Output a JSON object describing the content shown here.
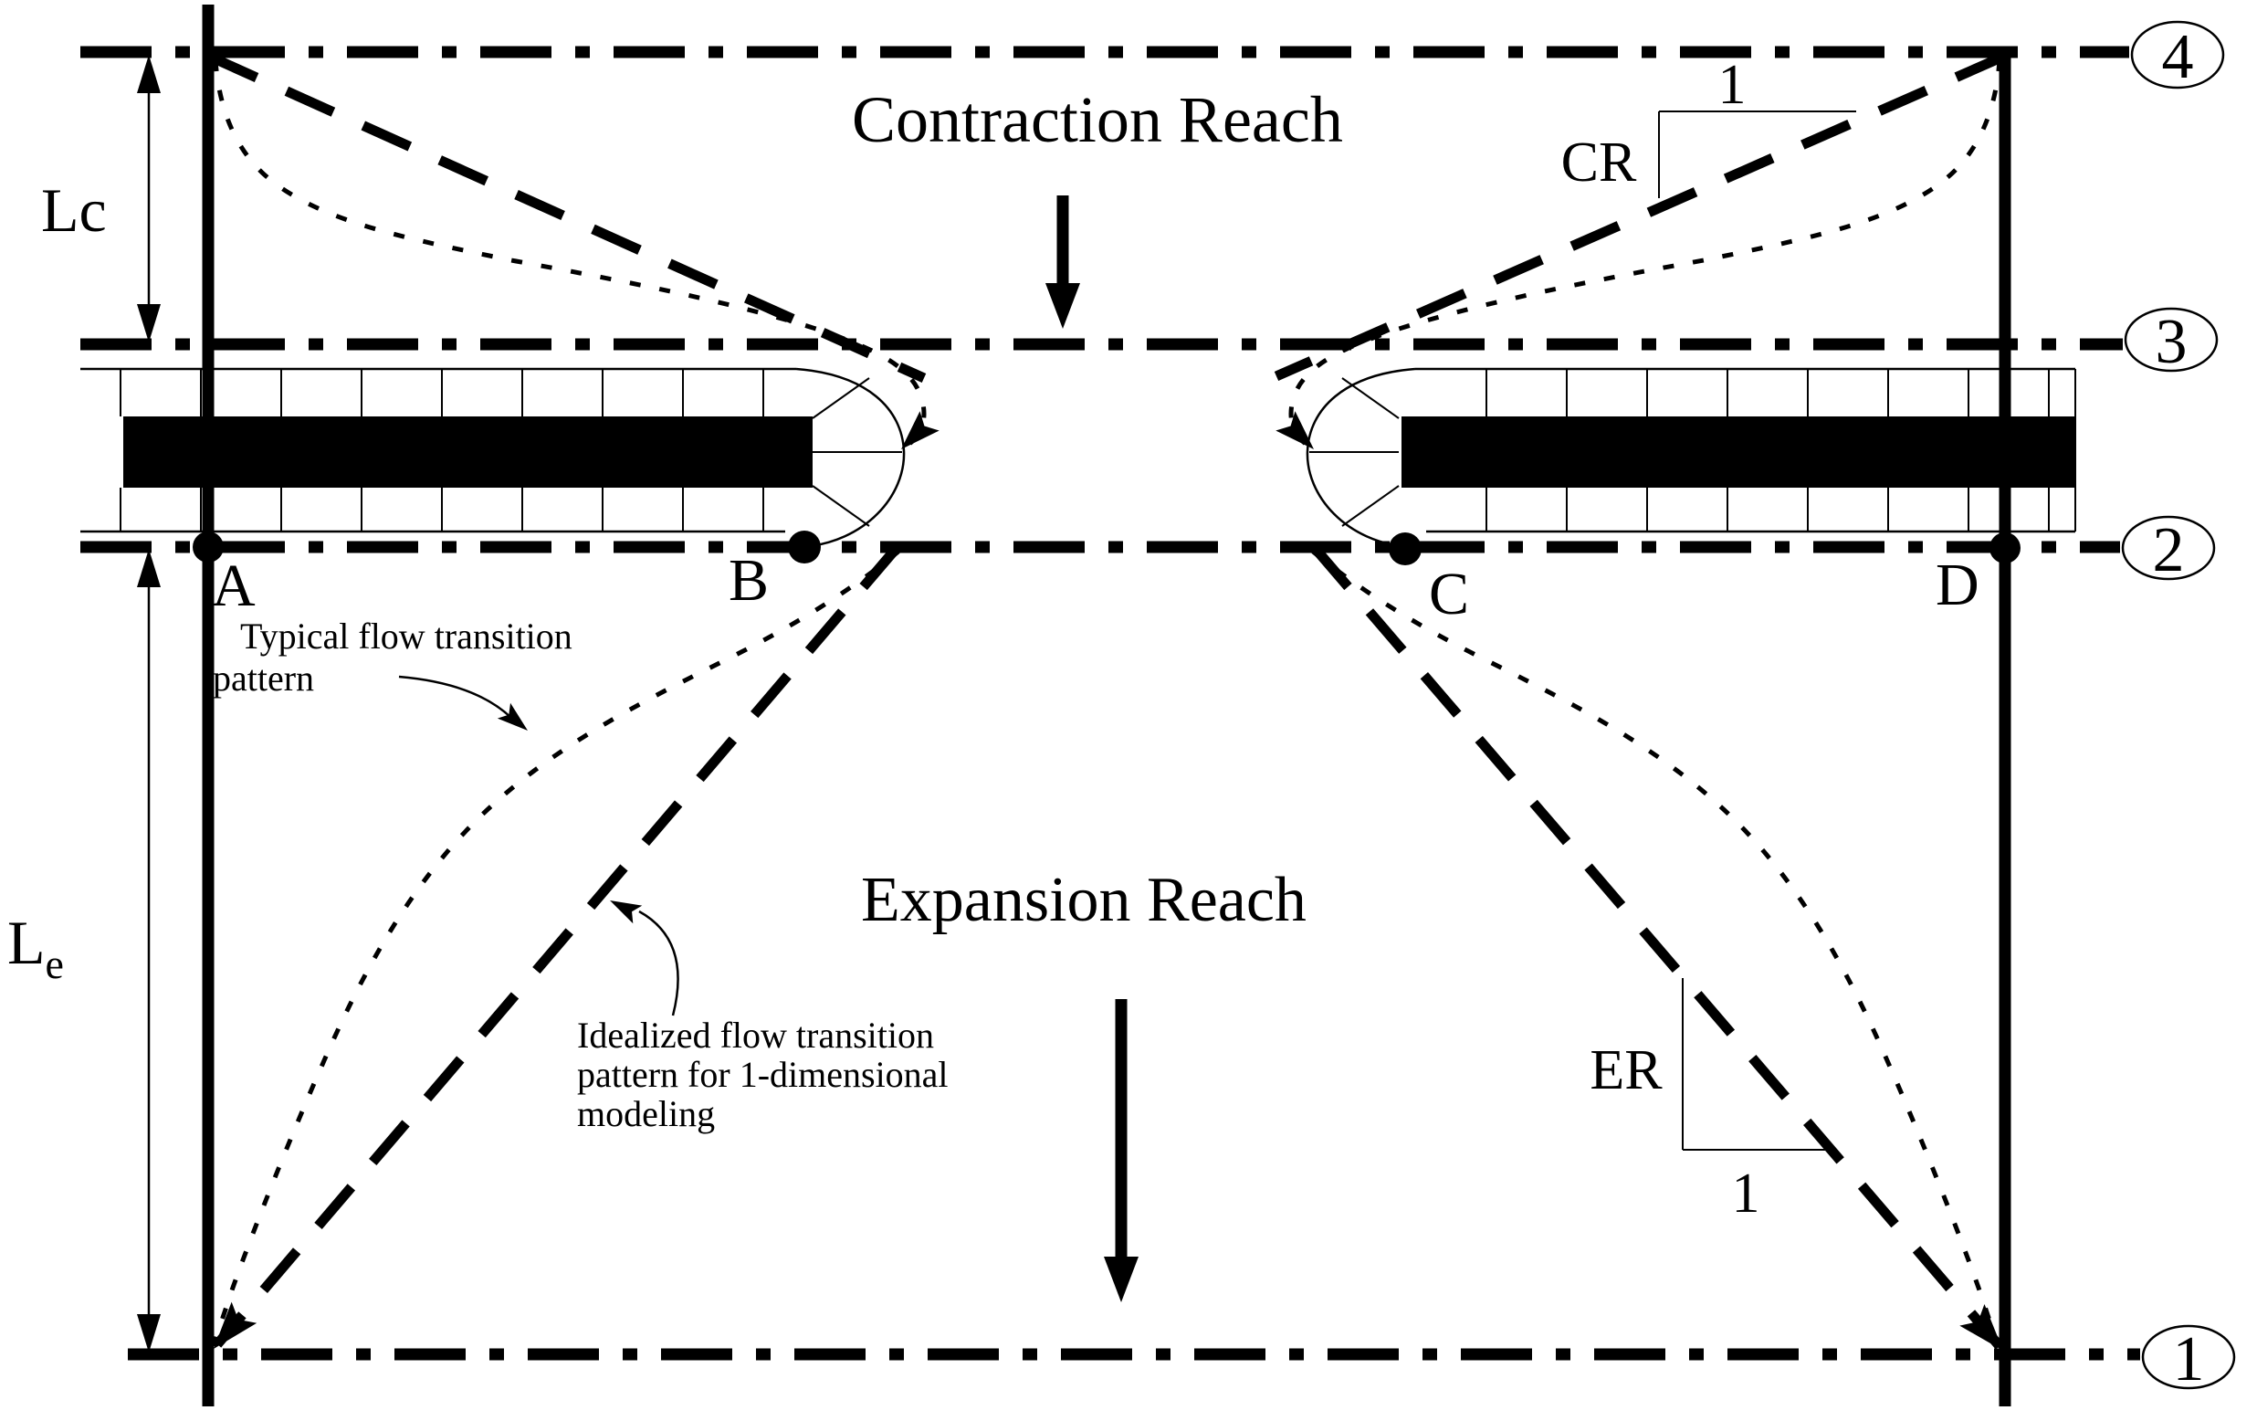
{
  "diagram": {
    "titles": {
      "contraction_reach": "Contraction Reach",
      "expansion_reach": "Expansion Reach"
    },
    "dimensions": {
      "contraction_length": "Lc",
      "expansion_length_base": "L",
      "expansion_length_sub": "e"
    },
    "ratios": {
      "contraction_label": "CR",
      "contraction_run": "1",
      "expansion_label": "ER",
      "expansion_run": "1"
    },
    "points": {
      "a": "A",
      "b": "B",
      "c": "C",
      "d": "D"
    },
    "sections": {
      "s1": "1",
      "s2": "2",
      "s3": "3",
      "s4": "4"
    },
    "notes": {
      "typical_line1": "Typical flow transition",
      "typical_line2": "pattern",
      "idealized_line1": "Idealized flow transition",
      "idealized_line2": "pattern for 1-dimensional",
      "idealized_line3": "modeling"
    },
    "colors": {
      "ink": "#000000",
      "paper": "#ffffff"
    }
  }
}
